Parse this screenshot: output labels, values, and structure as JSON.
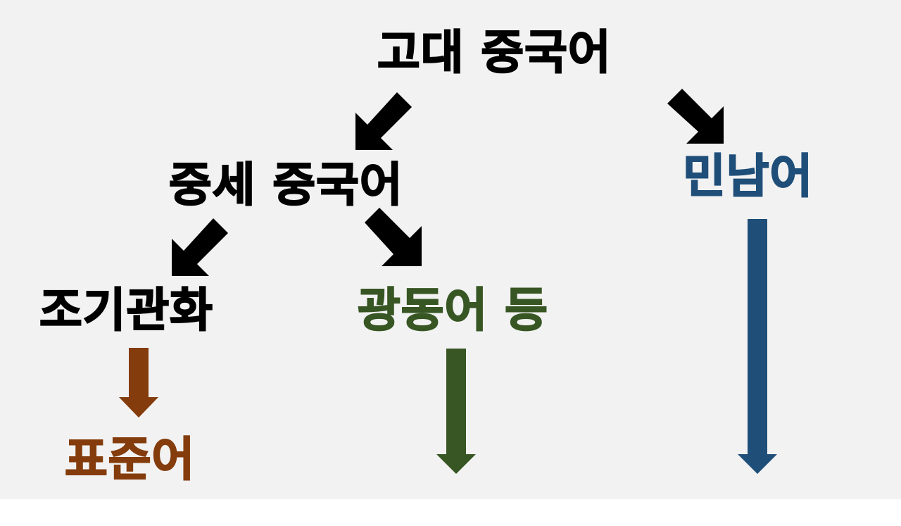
{
  "nodes": {
    "ancient_chinese": "고대 중국어",
    "middle_chinese": "중세 중국어",
    "minnan": "민남어",
    "early_mandarin": "조기관화",
    "cantonese_etc": "광동어 등",
    "standard": "표준어"
  },
  "colors": {
    "black": "#000000",
    "brown": "#843c0c",
    "green": "#375623",
    "blue": "#1f4e79",
    "background": "#f2f2f2"
  }
}
